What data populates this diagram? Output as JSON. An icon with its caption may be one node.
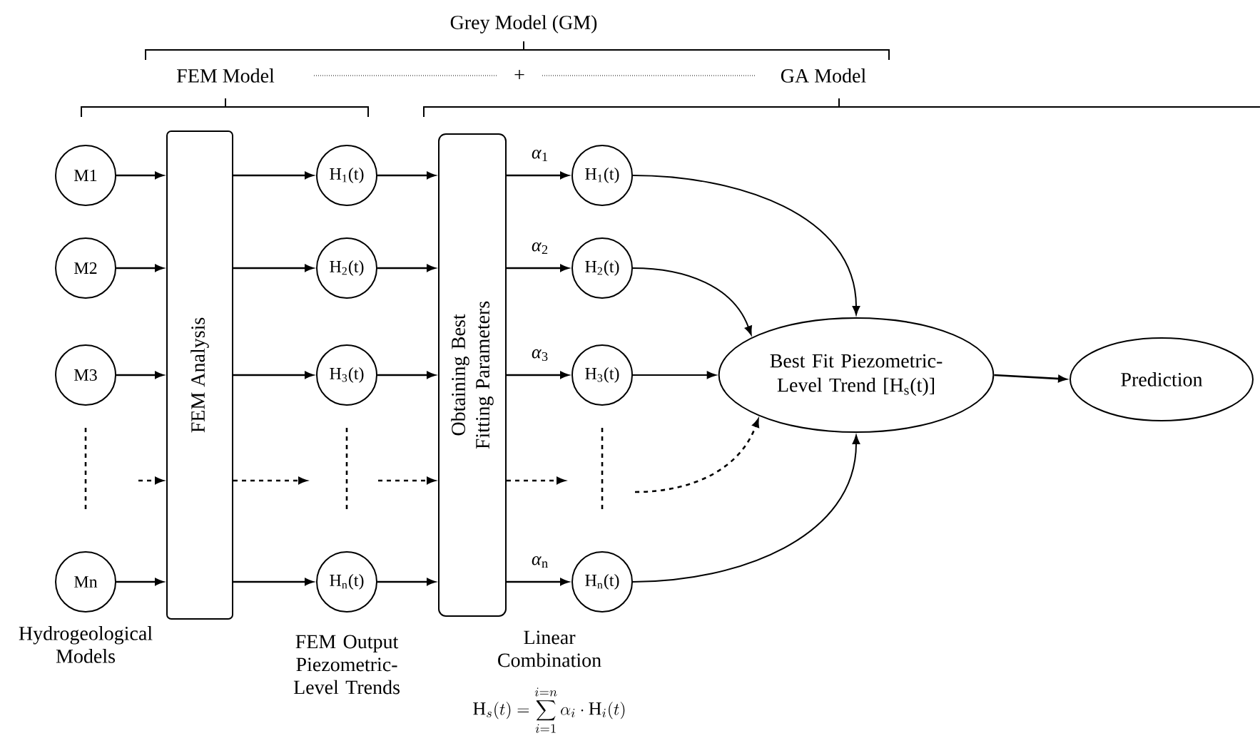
{
  "diagram": {
    "nodes": [
      {
        "text": [
          "M1"
        ]
      },
      {
        "text": [
          "M2"
        ]
      },
      {
        "text": [
          "M3"
        ]
      },
      {
        "text": [
          "Mn"
        ]
      },
      {
        "text": [
          "FEM Analysis"
        ]
      },
      {
        "text": [
          "H$_{1}$(t)"
        ]
      },
      {
        "text": [
          "H$_{2}$(t)"
        ]
      },
      {
        "text": [
          "H$_{3}$(t)"
        ]
      },
      {
        "text": [
          "H$_{n}$(t)"
        ]
      },
      {
        "text": [
          "Obtaining Best Fitting Parameters"
        ]
      },
      {
        "text": [
          "H$_{1}$(t)"
        ]
      },
      {
        "text": [
          "H$_{2}$(t)"
        ]
      },
      {
        "text": [
          "H$_{3}$(t)"
        ]
      },
      {
        "text": [
          "H$_{n}$(t)"
        ]
      },
      {
        "text": [
          "Best Fit Piezometric-Level Trend [H$_{s}$(t)]"
        ]
      },
      {
        "text": [
          "Prediction"
        ]
      }
    ],
    "edges": [
      {
        "from": 0,
        "to": 4,
        "arrow": "to"
      },
      {
        "from": 1,
        "to": 4,
        "arrow": "to"
      },
      {
        "from": 2,
        "to": 4,
        "arrow": "to"
      },
      {
        "from": 3,
        "to": 4,
        "arrow": "to"
      },
      {
        "from": 4,
        "to": 5,
        "arrow": "to"
      },
      {
        "from": 4,
        "to": 6,
        "arrow": "to"
      },
      {
        "from": 4,
        "to": 7,
        "arrow": "to"
      },
      {
        "from": 4,
        "to": 8,
        "arrow": "to"
      },
      {
        "from": 5,
        "to": 9,
        "arrow": "to"
      },
      {
        "from": 6,
        "to": 9,
        "arrow": "to"
      },
      {
        "from": 7,
        "to": 9,
        "arrow": "to"
      },
      {
        "from": 8,
        "to": 9,
        "arrow": "to"
      },
      {
        "from": 9,
        "to": 10,
        "arrow": "to",
        "label": "*α*$_{1}$"
      },
      {
        "from": 9,
        "to": 11,
        "arrow": "to",
        "label": "*α*$_{2}$"
      },
      {
        "from": 9,
        "to": 12,
        "arrow": "to",
        "label": "*α*$_{3}$"
      },
      {
        "from": 9,
        "to": 13,
        "arrow": "to",
        "label": "*α*$_{n}$"
      },
      {
        "from": 10,
        "to": 14,
        "arrow": "to"
      },
      {
        "from": 11,
        "to": 14,
        "arrow": "to"
      },
      {
        "from": 12,
        "to": 14,
        "arrow": "to"
      },
      {
        "from": 13,
        "to": 14,
        "arrow": "to"
      },
      {
        "from": 14,
        "to": 15,
        "arrow": "to"
      },
      {
        "from": null,
        "to": 4,
        "arrow": "to",
        "style": "dashed"
      },
      {
        "from": 4,
        "to": null,
        "arrow": "to",
        "style": "dashed"
      },
      {
        "from": null,
        "to": 9,
        "arrow": "to",
        "style": "dashed"
      },
      {
        "from": 9,
        "to": null,
        "arrow": "to",
        "style": "dashed"
      },
      {
        "from": null,
        "to": 14,
        "arrow": "to",
        "style": "dashed"
      }
    ],
    "labels": [
      "Grey Model (GM)",
      "FEM Model",
      "+",
      "GA Model",
      "Hydrogeological Models",
      "FEM Output Piezometric-Level Trends",
      "Linear Combination",
      "\\mathrm{H}_{s}(t)=\\sum_{i=1}^{i=n}\\alpha_{i}\\cdot\\mathrm{H}_{i}(t)"
    ]
  }
}
